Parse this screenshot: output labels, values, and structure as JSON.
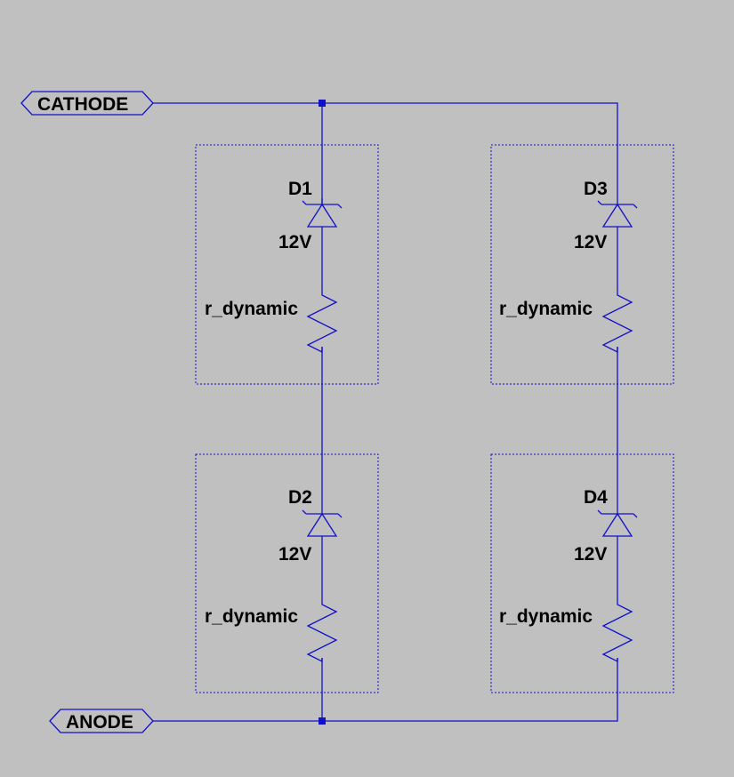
{
  "ports": {
    "cathode": "CATHODE",
    "anode": "ANODE"
  },
  "components": [
    {
      "ref": "D1",
      "value": "12V",
      "resistor": "r_dynamic"
    },
    {
      "ref": "D2",
      "value": "12V",
      "resistor": "r_dynamic"
    },
    {
      "ref": "D3",
      "value": "12V",
      "resistor": "r_dynamic"
    },
    {
      "ref": "D4",
      "value": "12V",
      "resistor": "r_dynamic"
    }
  ],
  "colors": {
    "background": "#c0c0c0",
    "wire": "#1010c8",
    "text": "#000000"
  }
}
